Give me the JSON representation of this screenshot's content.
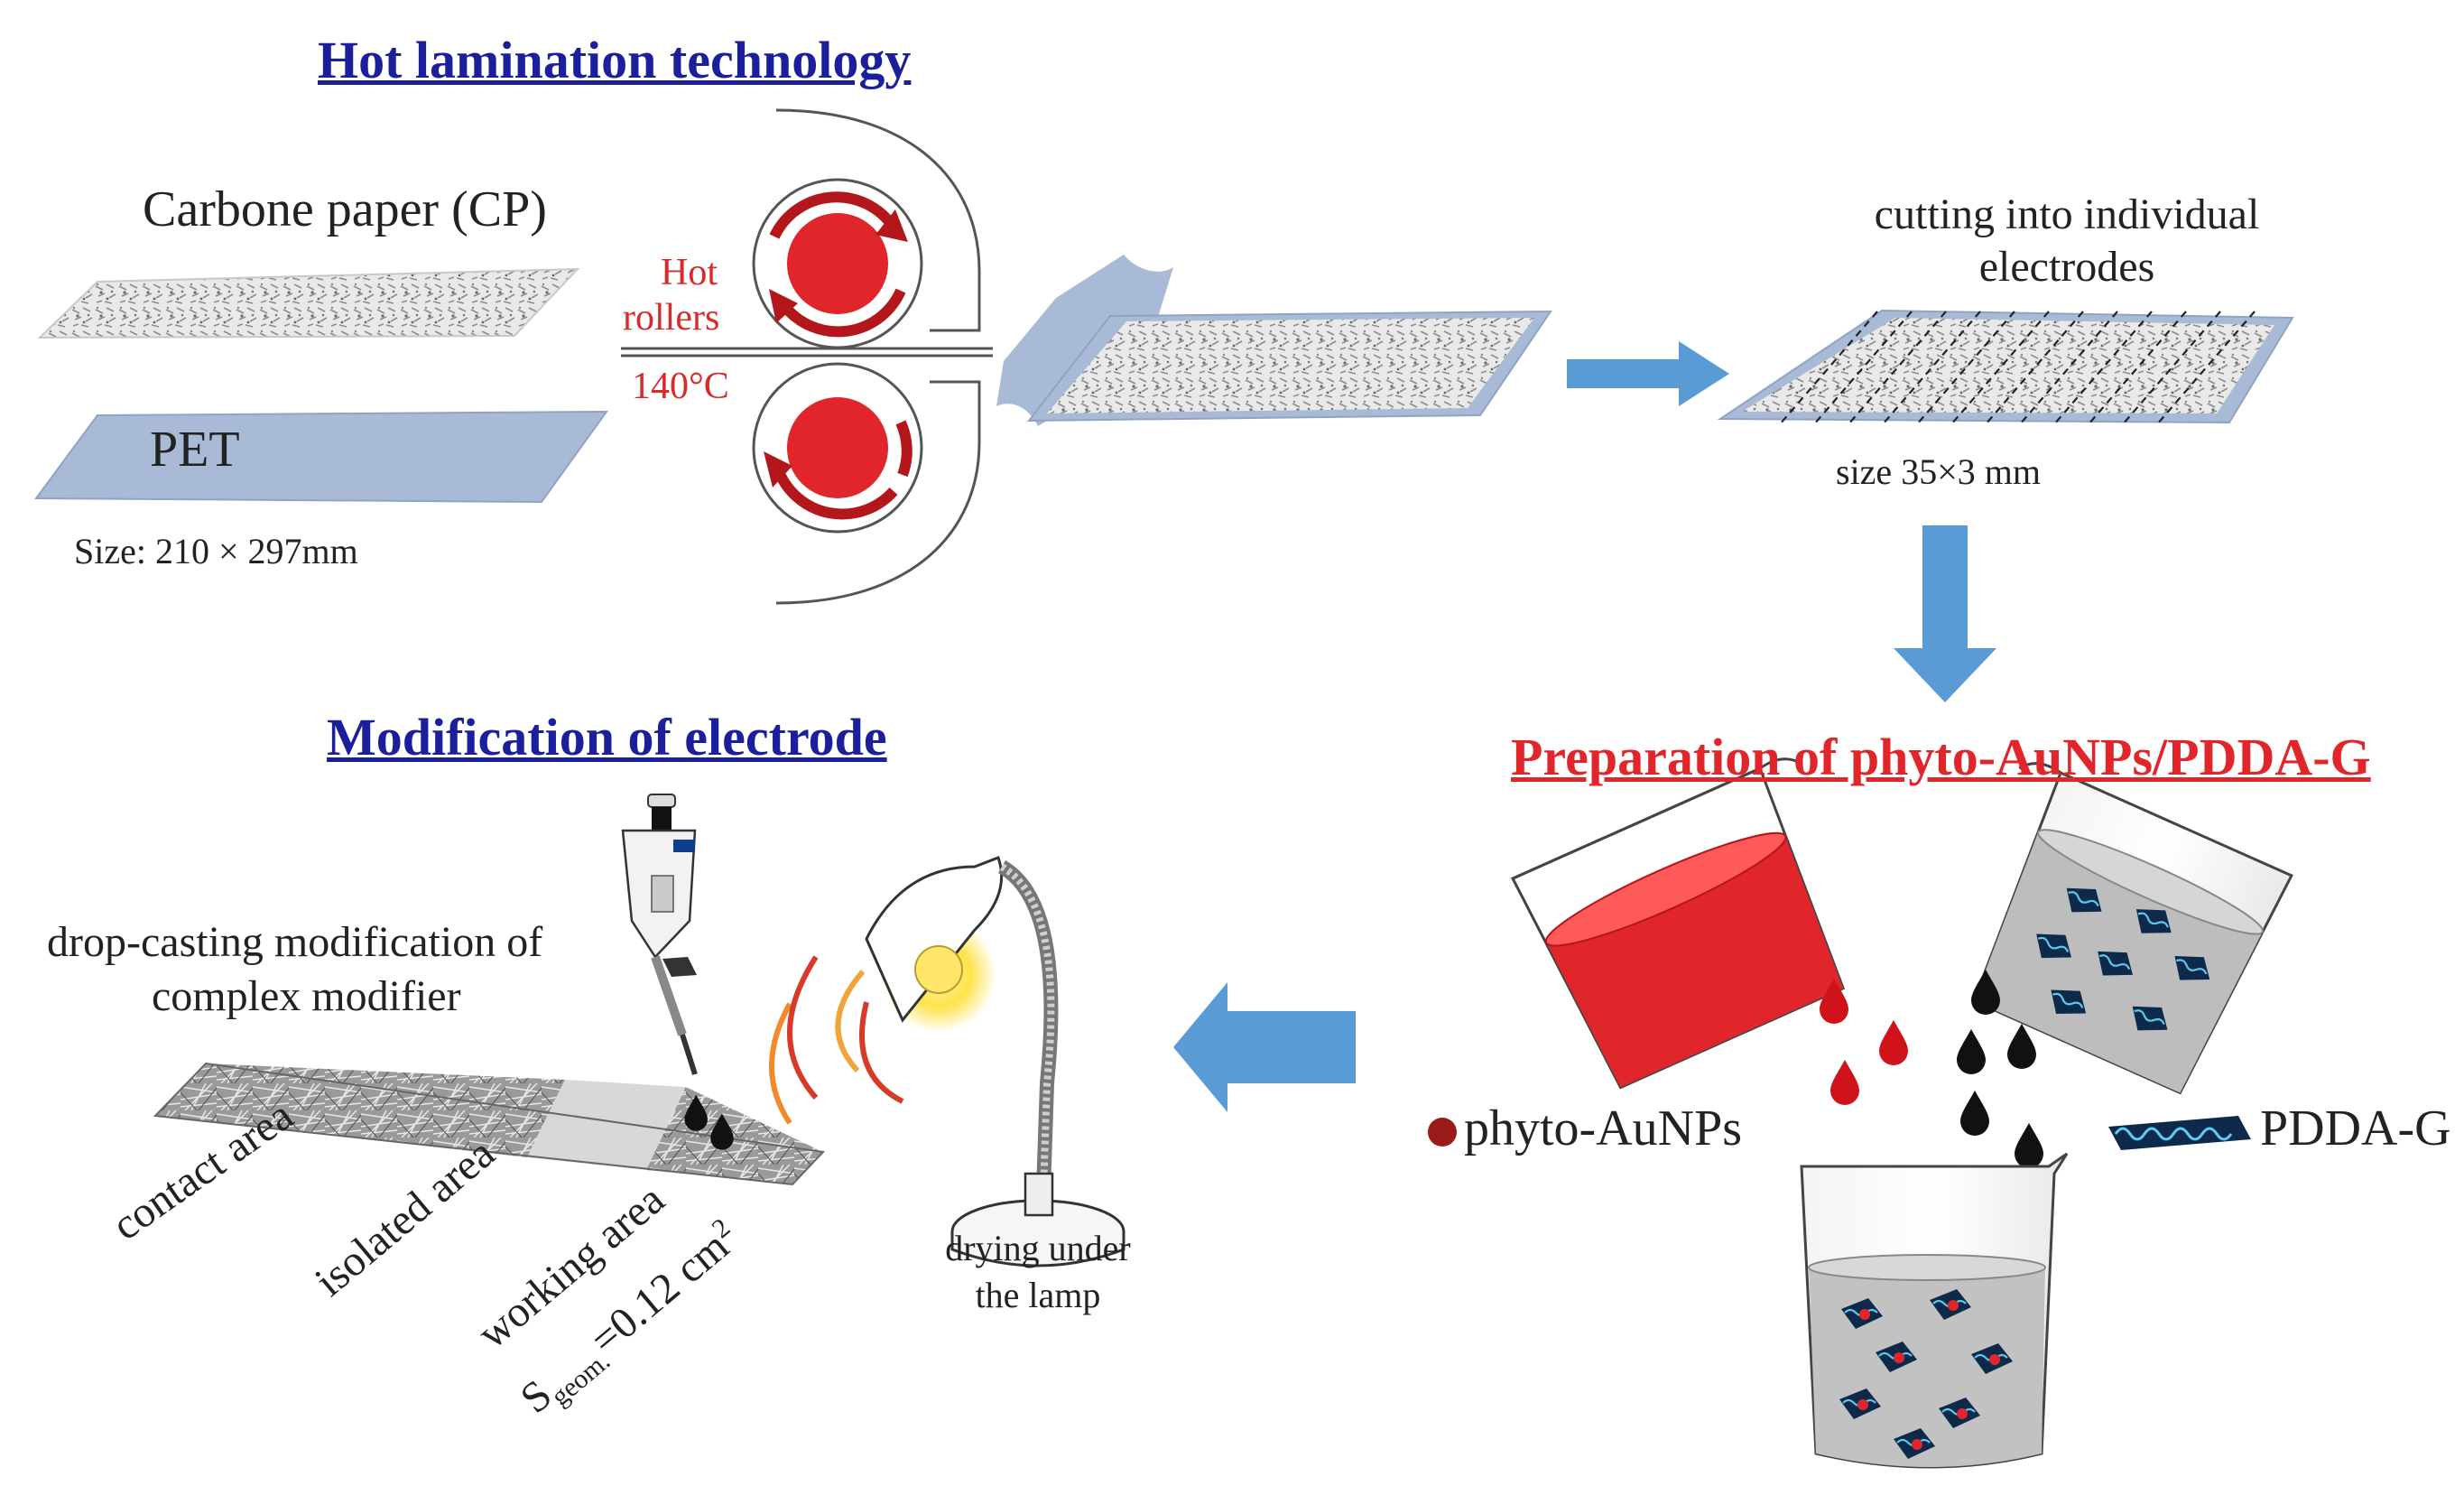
{
  "colors": {
    "title_blue": "#1b1f9c",
    "title_red": "#e0262b",
    "roller_red": "#e0262b",
    "arrow_blue": "#5b9bd5",
    "pet_blue": "#a9bad6",
    "drop_black": "#111111"
  },
  "titles": {
    "hot_lamination": "Hot lamination technology",
    "modification": "Modification of electrode",
    "preparation": "Preparation of phyto-AuNPs/PDDA-G"
  },
  "lamination": {
    "cp_label": "Carbone paper (CP)",
    "pet_label": "PET",
    "size_label": "Size: 210 × 297mm",
    "hot_label": "Hot",
    "rollers_label": "rollers",
    "temperature": "140°C"
  },
  "cutting": {
    "label_line1": "cutting into individual",
    "label_line2": "electrodes",
    "size_label": "size 35×3 mm"
  },
  "preparation": {
    "aunp_label": "phyto-AuNPs",
    "pddag_label": "PDDA-G"
  },
  "modification": {
    "dropcast_line1": "drop-casting modification of",
    "dropcast_line2": "complex modifier",
    "drying_line1": "drying under",
    "drying_line2": "the lamp",
    "contact_area": "contact area",
    "isolated_area": "isolated area",
    "working_area": "working area",
    "s_geom_prefix": "S",
    "s_geom_sub": "geom.",
    "s_geom_value": "=0.12 cm",
    "s_geom_sup": "2"
  },
  "icons": [
    "roller-icon",
    "rotation-arrow-icon",
    "arrow-right-icon",
    "arrow-down-icon",
    "arrow-left-icon",
    "pipette-icon",
    "desk-lamp-icon",
    "light-bulb-icon",
    "beaker-icon",
    "drop-icon"
  ]
}
